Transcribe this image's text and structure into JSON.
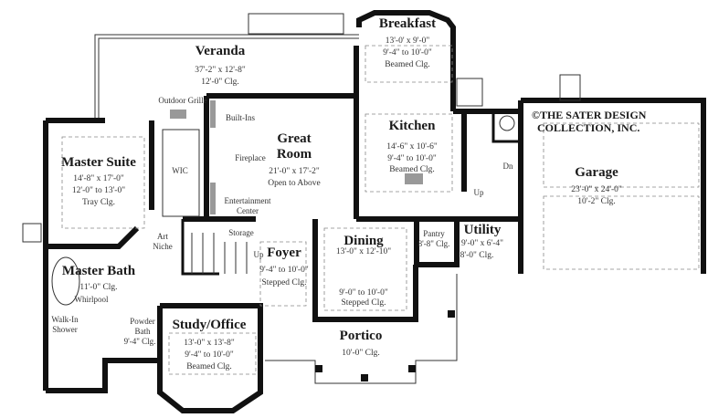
{
  "copyright": {
    "line1": "©THE SATER DESIGN",
    "line2": "COLLECTION, INC."
  },
  "rooms": {
    "veranda": {
      "name": "Veranda",
      "dims": "37'-2\" x 12'-8\"",
      "ceiling": "12'-0\" Clg."
    },
    "breakfast": {
      "name": "Breakfast",
      "dims": "13'-0' x 9'-0\"",
      "ceiling": "9'-4\" to 10'-0\"",
      "ceiling_type": "Beamed Clg."
    },
    "great_room": {
      "name1": "Great",
      "name2": "Room",
      "dims": "21'-0\" x 17'-2\"",
      "note": "Open to Above"
    },
    "kitchen": {
      "name": "Kitchen",
      "dims": "14'-6\" x 10'-6\"",
      "ceiling": "9'-4\" to 10'-0\"",
      "ceiling_type": "Beamed Clg."
    },
    "master_suite": {
      "name": "Master Suite",
      "dims": "14'-8\" x 17'-0\"",
      "ceiling": "12'-0\" to 13'-0\"",
      "ceiling_type": "Tray Clg."
    },
    "garage": {
      "name": "Garage",
      "dims": "23'-0\" x 24'-0\"",
      "ceiling": "10'-2\" Clg."
    },
    "master_bath": {
      "name": "Master Bath",
      "ceiling": "11'-0\" Clg."
    },
    "foyer": {
      "name": "Foyer",
      "ceiling": "9'-4\" to 10'-0\"",
      "ceiling_type": "Stepped Clg."
    },
    "dining": {
      "name": "Dining",
      "dims": "13'-0\" x 12'-10\"",
      "ceiling": "9'-0\" to 10'-0\"",
      "ceiling_type": "Stepped Clg."
    },
    "utility": {
      "name": "Utility",
      "dims": "9'-0\" x 6'-4\"",
      "ceiling": "8'-0\" Clg."
    },
    "pantry": {
      "name": "Pantry",
      "ceiling": "8'-8\" Clg."
    },
    "study": {
      "name": "Study/Office",
      "dims": "13'-0\" x 13'-8\"",
      "ceiling": "9'-4\" to 10'-0\"",
      "ceiling_type": "Beamed Clg."
    },
    "portico": {
      "name": "Portico",
      "ceiling": "10'-0\" Clg."
    },
    "powder_bath": {
      "name1": "Powder",
      "name2": "Bath",
      "ceiling": "9'-4\" Clg."
    }
  },
  "labels": {
    "outdoor_grille": "Outdoor Grille",
    "built_ins": "Built-Ins",
    "fireplace": "Fireplace",
    "entertainment1": "Entertainment",
    "entertainment2": "Center",
    "wic": "WIC",
    "art1": "Art",
    "art2": "Niche",
    "storage": "Storage",
    "whirlpool": "Whirlpool",
    "shower1": "Walk-In",
    "shower2": "Shower",
    "up": "Up",
    "dn": "Dn"
  }
}
